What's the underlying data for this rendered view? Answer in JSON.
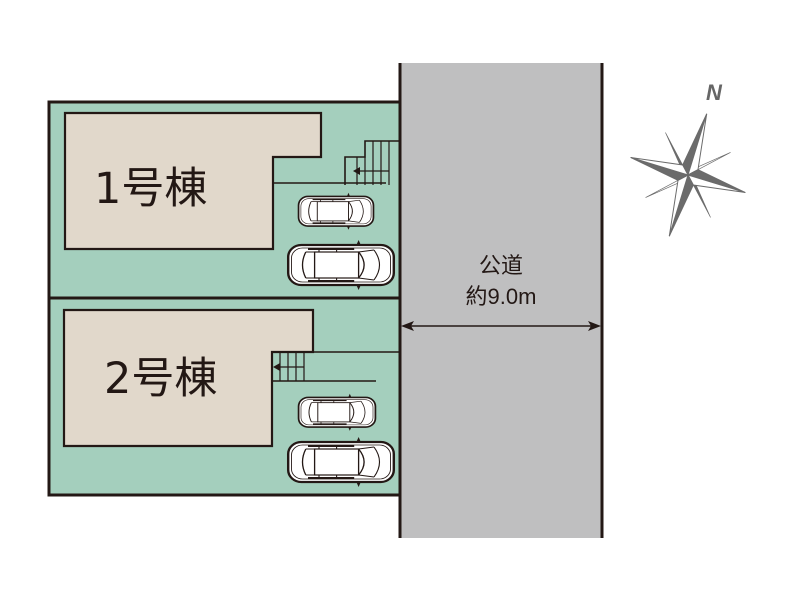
{
  "site_plan": {
    "lots": [
      {
        "id": "lot-1",
        "label": "1号棟",
        "parking_spaces": 2,
        "stairs": true
      },
      {
        "id": "lot-2",
        "label": "2号棟",
        "parking_spaces": 2,
        "stairs": true
      }
    ],
    "road": {
      "name": "公道",
      "width_label": "約9.0m"
    },
    "compass": {
      "north_label": "N"
    },
    "colors": {
      "lot_fill": "#a4cfbd",
      "building_fill": "#e1d8cb",
      "road_fill": "#bfbfc0",
      "outline": "#231815",
      "compass": "#6b6b6b",
      "car_fill": "#ffffff"
    }
  }
}
